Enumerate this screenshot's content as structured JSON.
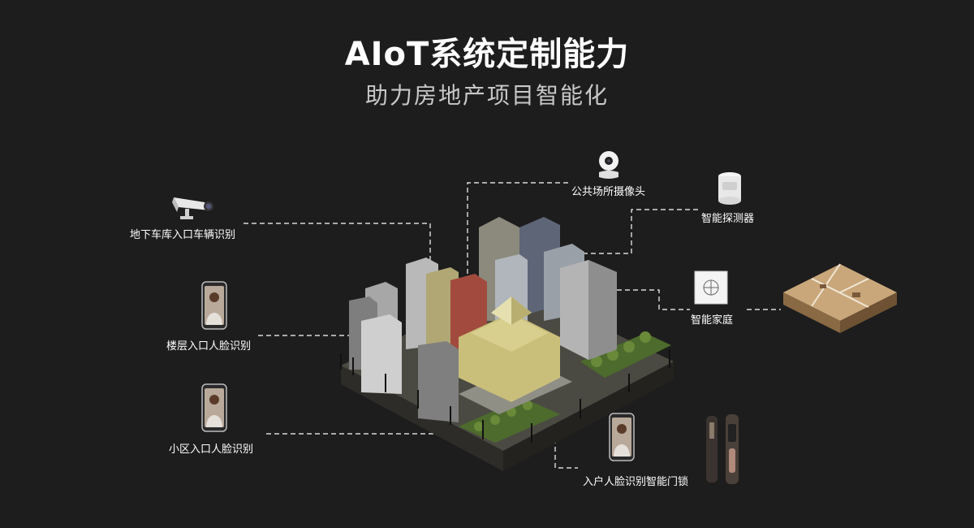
{
  "title": "AIoT系统定制能力",
  "subtitle": "助力房地产项目智能化",
  "labels": {
    "garage": "地下车库入口车辆识别",
    "floor": "楼层入口人脸识别",
    "community": "小区入口人脸识别",
    "camera": "公共场所摄像头",
    "detector": "智能探测器",
    "home": "智能家庭",
    "door": "入户人脸识别智能门锁"
  },
  "icons": [
    "bullet-camera-icon",
    "phone-face-icon",
    "phone-face-icon",
    "dome-camera-icon",
    "smart-detector-icon",
    "smart-switch-icon",
    "floorplan-image",
    "phone-face-icon",
    "smart-lock-icon"
  ],
  "colors": {
    "background": "#1d1d1d",
    "line": "#ffffff",
    "subtitle": "#c8c8c8"
  }
}
